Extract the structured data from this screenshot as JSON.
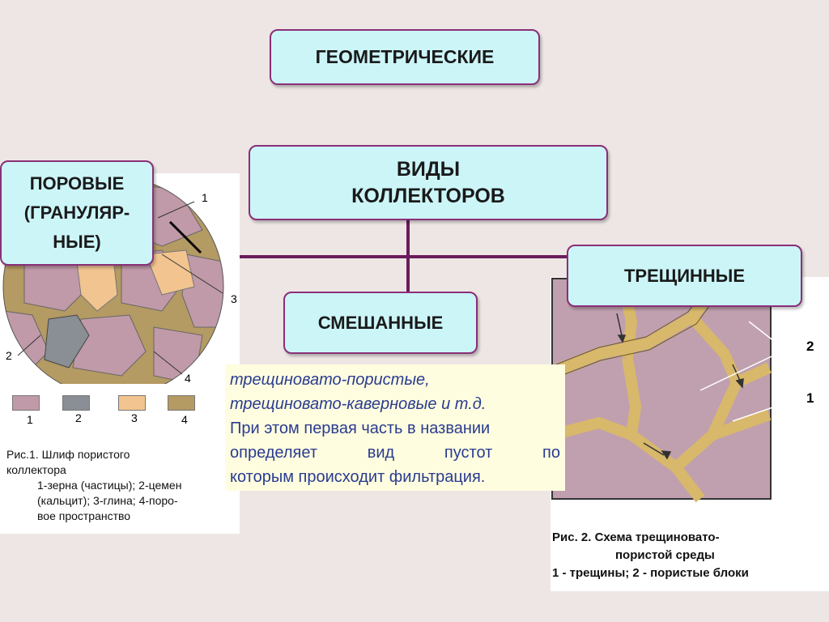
{
  "title_box": "ГЕОМЕТРИЧЕСКИЕ",
  "center_box": {
    "line1": "ВИДЫ",
    "line2": "КОЛЛЕКТОРОВ"
  },
  "pore_box": {
    "line1": "ПОРОВЫЕ",
    "line2": "(ГРАНУЛЯР-",
    "line3": "НЫЕ)"
  },
  "mixed_box": "СМЕШАННЫЕ",
  "fracture_box": "ТРЕЩИННЫЕ",
  "description": {
    "line1": "трещиновато-пористые,",
    "line2": "трещиновато-каверновые и т.д.",
    "line3": "При этом первая часть в названии",
    "line4": "определяет вид пустот по",
    "line5": "которым происходит фильтрация."
  },
  "fig1": {
    "callouts": [
      "1",
      "2",
      "3",
      "4"
    ],
    "legend": [
      {
        "num": "1",
        "color": "#c09aa8"
      },
      {
        "num": "2",
        "color": "#8a8e95"
      },
      {
        "num": "3",
        "color": "#f2c48f"
      },
      {
        "num": "4",
        "color": "#b49a63"
      }
    ],
    "caption": {
      "line1": "Рис.1. Шлиф пористого",
      "line2": "коллектора",
      "line3": "1-зерна (частицы); 2-цемен",
      "line4": "(кальцит); 3-глина; 4-поро-",
      "line5": "вое пространство"
    }
  },
  "fig2": {
    "labels": [
      "2",
      "1"
    ],
    "caption": {
      "line1": "Рис. 2. Схема трещиновато-",
      "line2": "пористой среды",
      "line3": "1 - трещины; 2 - пористые блоки"
    }
  },
  "colors": {
    "box_fill": "#ccf5f8",
    "box_border": "#8a2f78",
    "connector": "#6b1b5e",
    "grain": "#c09aa8",
    "pore": "#b49a63",
    "clay": "#f2c48f",
    "cement": "#8a8e95",
    "text_blue": "#2a3c8f"
  }
}
